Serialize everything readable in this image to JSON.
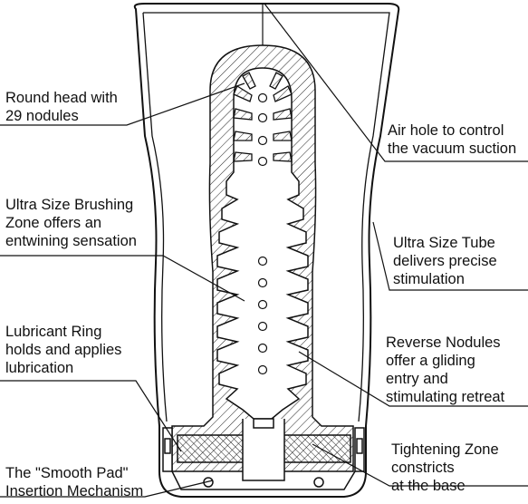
{
  "callouts": {
    "round_head": [
      "Round head with",
      "29 nodules"
    ],
    "brushing_zone": [
      "Ultra Size Brushing",
      "Zone offers an",
      "entwining sensation"
    ],
    "lubricant_ring": [
      "Lubricant Ring",
      "holds and applies",
      "lubrication"
    ],
    "smooth_pad": [
      "The \"Smooth Pad\"",
      "Insertion Mechanism"
    ],
    "air_hole": [
      "Air hole to control",
      "the vacuum suction"
    ],
    "ultra_tube": [
      "Ultra Size Tube",
      "delivers precise",
      "stimulation"
    ],
    "reverse_nodules": [
      "Reverse Nodules",
      "offer a gliding",
      "entry and",
      "stimulating retreat"
    ],
    "tightening_zone": [
      "Tightening Zone",
      "constricts",
      "at the base"
    ]
  }
}
